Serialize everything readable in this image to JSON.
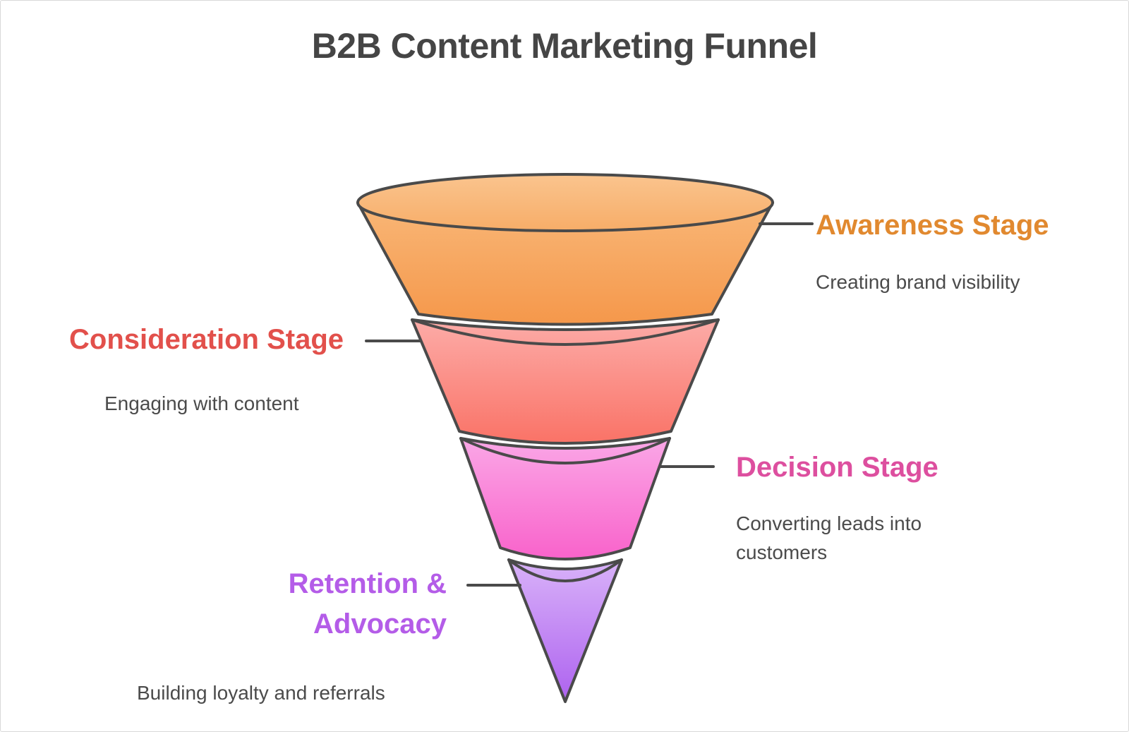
{
  "title": "B2B Content Marketing Funnel",
  "colors": {
    "background": "#FFFFFF",
    "border": "#D9D9D9",
    "outline": "#4A4A4A",
    "title_text": "#454545",
    "description_text": "#4B4B4B"
  },
  "funnel_top_opening": {
    "fill_top": "#FAC48E",
    "fill_bottom": "#F7AD68"
  },
  "stages": [
    {
      "name": "Awareness Stage",
      "description": "Creating brand visibility",
      "label_color": "#E1892F",
      "fill_top": "#F9BD80",
      "fill_bottom": "#F5974A",
      "label_side": "right"
    },
    {
      "name": "Consideration Stage",
      "description": "Engaging with content",
      "label_color": "#E2504B",
      "fill_top": "#FCACA8",
      "fill_bottom": "#FA7165",
      "label_side": "left"
    },
    {
      "name": "Decision Stage",
      "description": "Converting leads into customers",
      "label_color": "#DD4F9F",
      "fill_top": "#FAA8E7",
      "fill_bottom": "#F961CA",
      "label_side": "right"
    },
    {
      "name": "Retention & Advocacy",
      "description": "Building loyalty and referrals",
      "label_color": "#B45CE8",
      "fill_top": "#D9B3F9",
      "fill_bottom": "#AD61EF",
      "label_side": "left"
    }
  ]
}
